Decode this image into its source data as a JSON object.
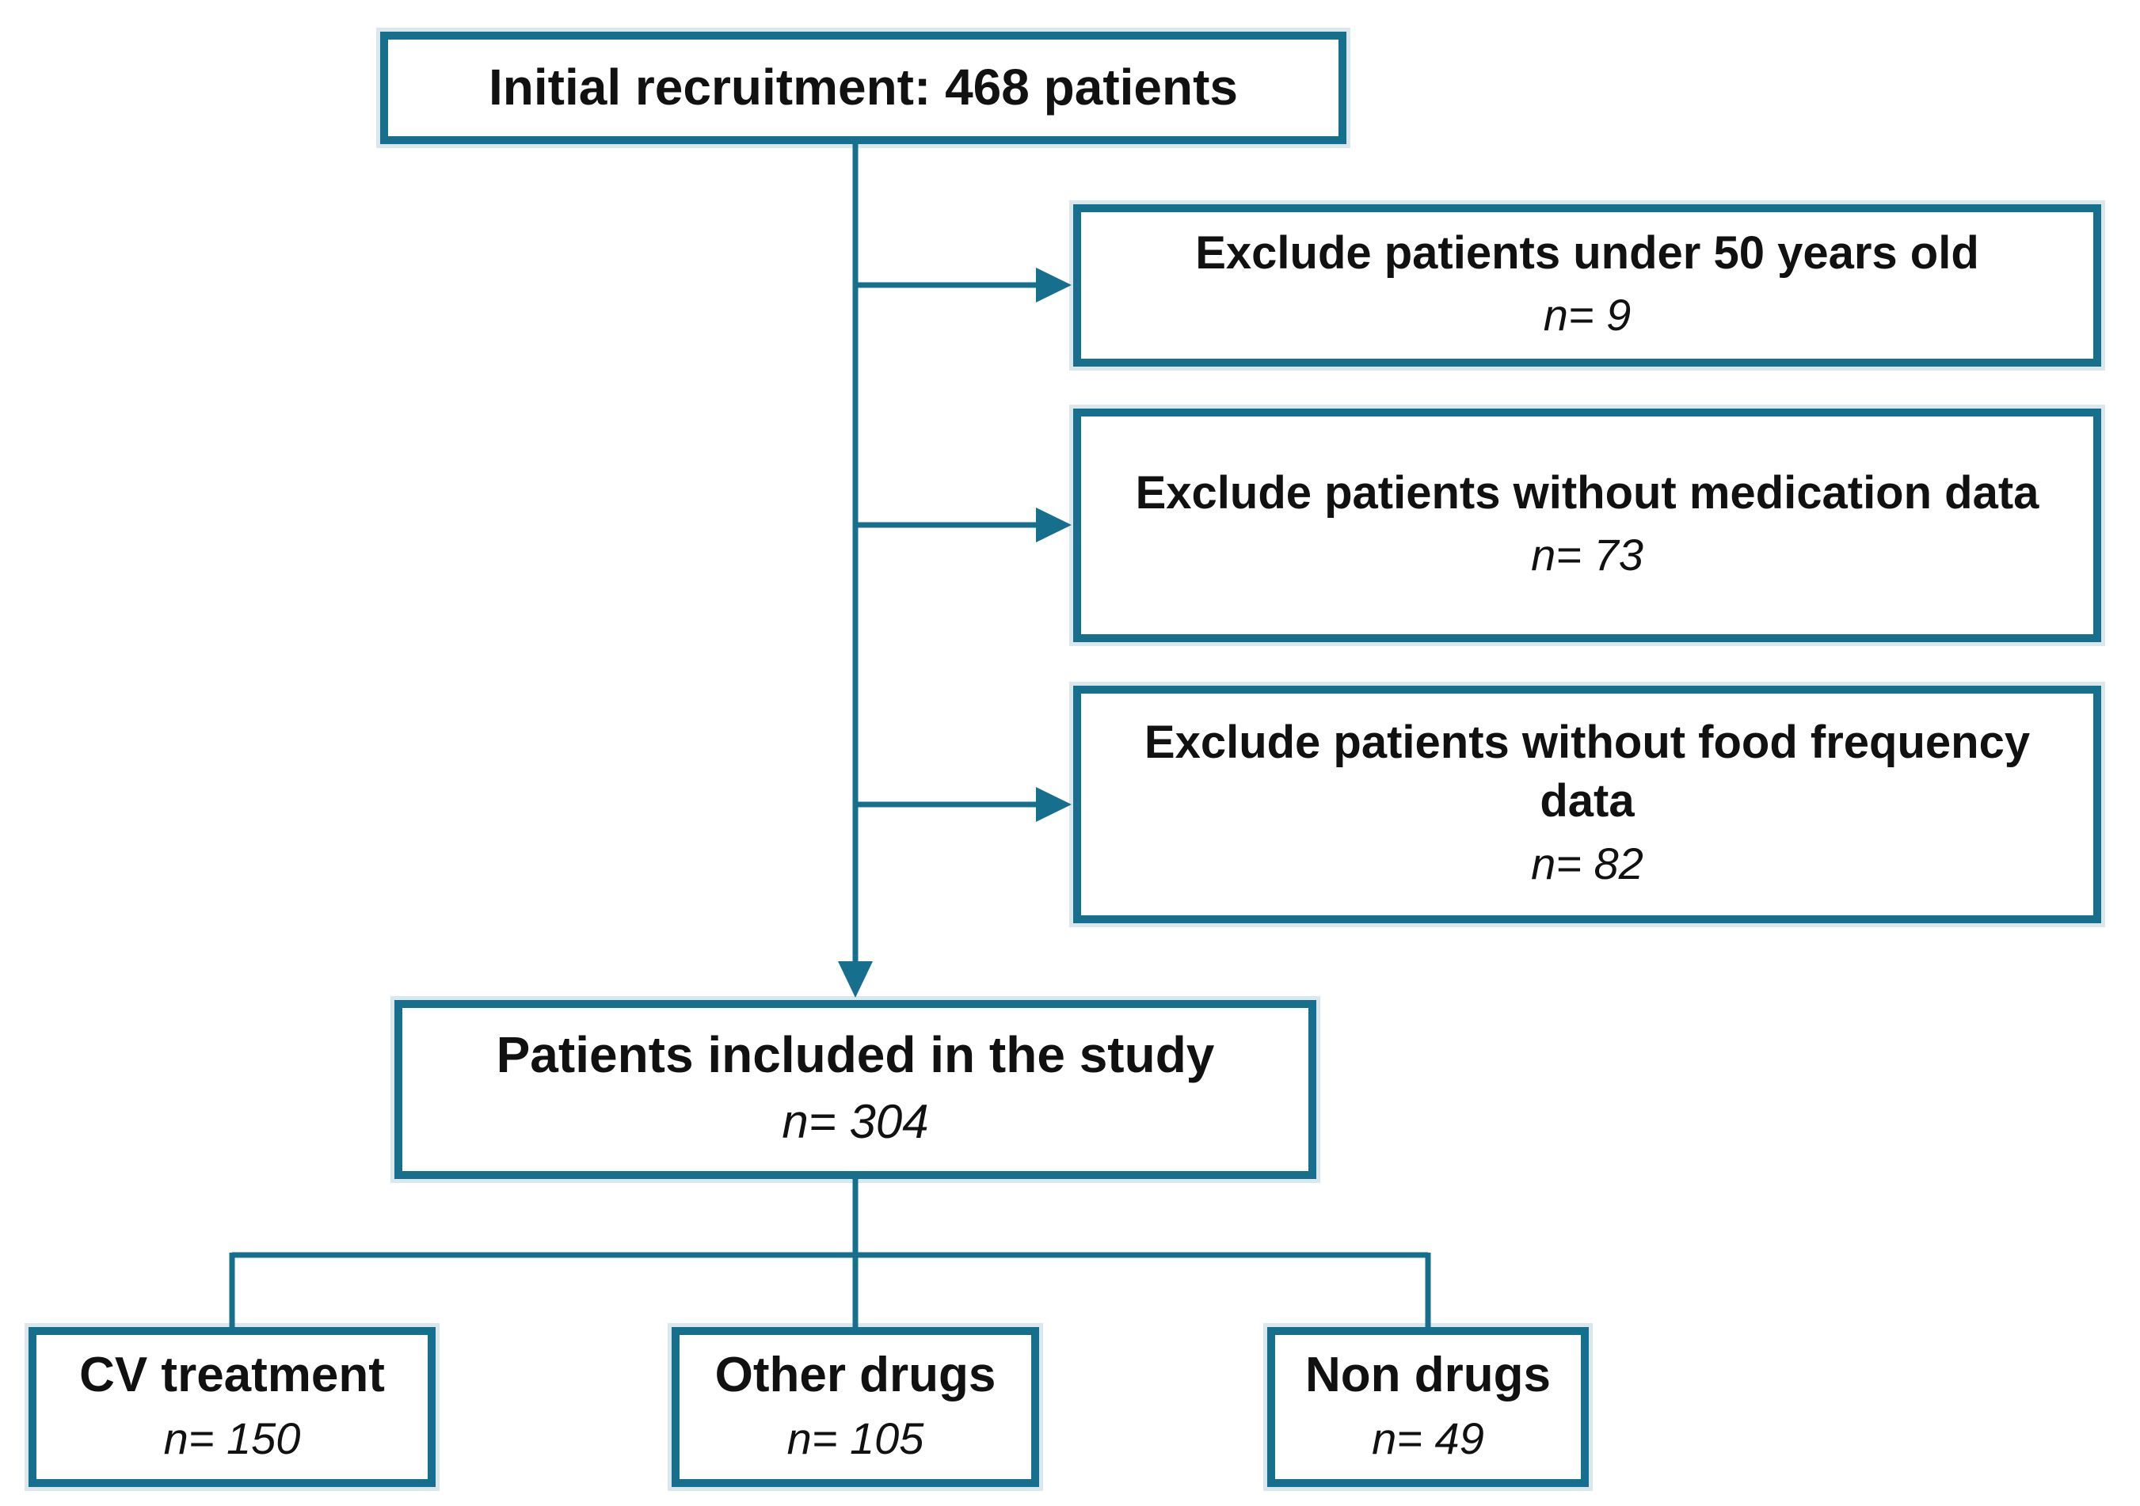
{
  "accent_color": "#176F8E",
  "text_color": "#111111",
  "nodes": {
    "initial": {
      "title": "Initial recruitment: 468 patients"
    },
    "exclude_under_50": {
      "title": "Exclude patients under 50 years old",
      "n": "n= 9"
    },
    "exclude_no_medication": {
      "title": "Exclude patients without medication data",
      "n": "n= 73"
    },
    "exclude_no_food_frequency": {
      "title": "Exclude patients without food frequency data",
      "n": "n= 82"
    },
    "included": {
      "title": "Patients included in the study",
      "n": "n= 304"
    },
    "cv_treatment": {
      "title": "CV treatment",
      "n": "n= 150"
    },
    "other_drugs": {
      "title": "Other drugs",
      "n": "n= 105"
    },
    "non_drugs": {
      "title": "Non drugs",
      "n": "n= 49"
    }
  }
}
